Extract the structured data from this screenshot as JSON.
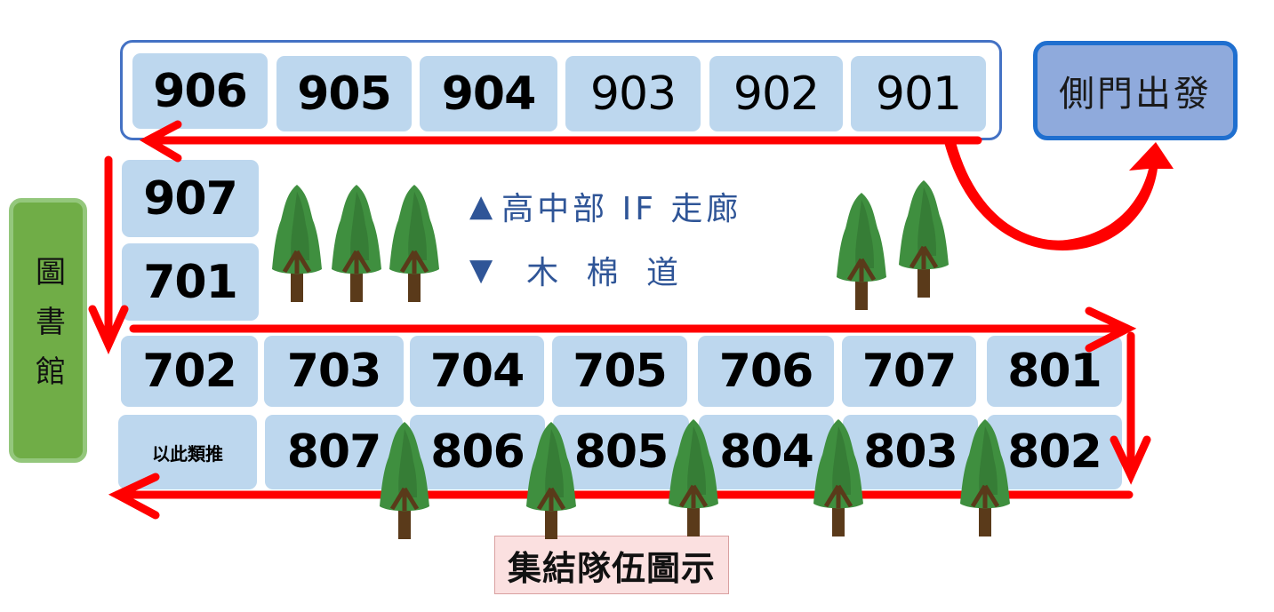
{
  "top_rooms": [
    "906",
    "905",
    "904",
    "903",
    "902",
    "901"
  ],
  "left_rooms": [
    "907",
    "701"
  ],
  "row_7": [
    "702",
    "703",
    "704",
    "705",
    "706",
    "707",
    "801"
  ],
  "row_8": [
    "807",
    "806",
    "805",
    "804",
    "803",
    "802"
  ],
  "side_door_label": "側門出發",
  "library_label": "圖書館",
  "legend": {
    "up_symbol": "▲",
    "up_label": "高中部 IF 走廊",
    "down_symbol": "▼",
    "down_label": "木 棉 道"
  },
  "etc_label": "以此類推",
  "caption": "集結隊伍圖示",
  "colors": {
    "route": "#ff0000",
    "room": "#bdd7ee",
    "frame": "#4472c4",
    "door": "#8faadc",
    "library": "#70ad47",
    "tree": "#3f8f3f"
  },
  "icons": [
    "tree-icon",
    "route-arrow"
  ]
}
